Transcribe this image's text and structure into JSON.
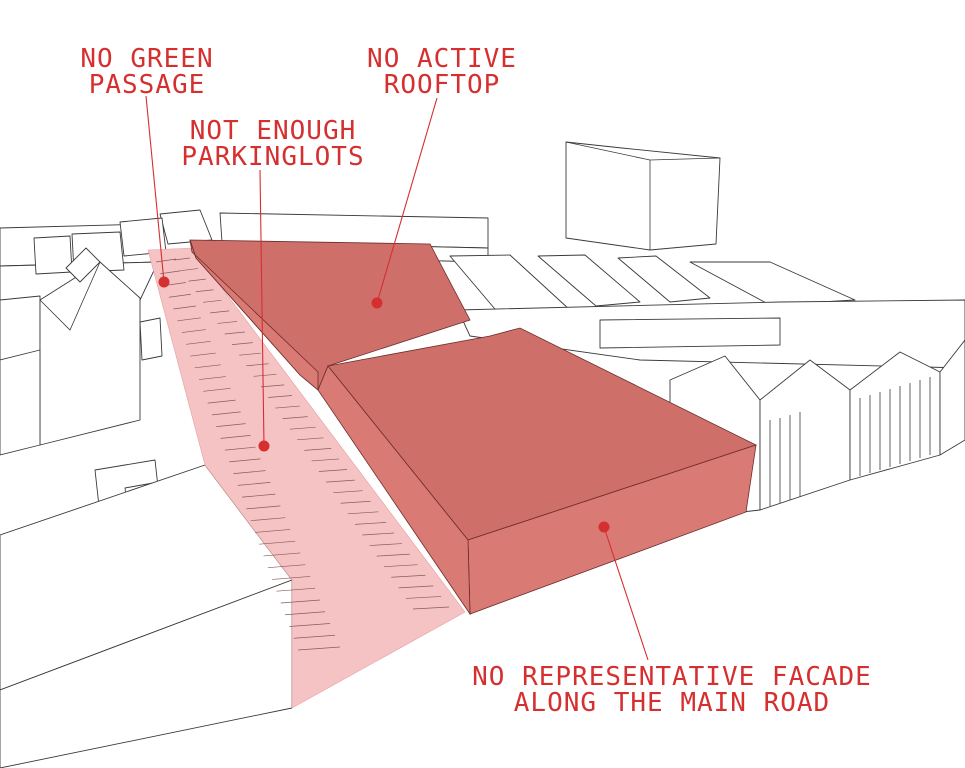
{
  "annotations": [
    {
      "id": "green-passage",
      "text": "NO GREEN\nPASSAGE"
    },
    {
      "id": "active-rooftop",
      "text": "NO ACTIVE\nROOFTOP"
    },
    {
      "id": "parking",
      "text": "NOT ENOUGH\nPARKINGLOTS"
    },
    {
      "id": "facade",
      "text": "NO REPRESENTATIVE FACADE\nALONG THE MAIN ROAD"
    }
  ],
  "colors": {
    "annotation": "#d62f2f",
    "highlighted_building": "#cf6f6a",
    "street_highlight": "#f5c3c3"
  }
}
